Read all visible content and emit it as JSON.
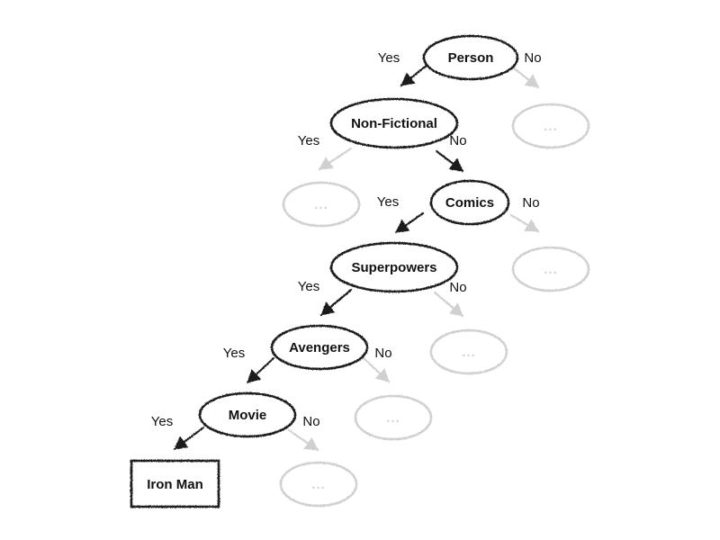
{
  "diagram": {
    "nodes": {
      "person": "Person",
      "non_fictional": "Non-Fictional",
      "comics": "Comics",
      "superpowers": "Superpowers",
      "avengers": "Avengers",
      "movie": "Movie",
      "iron_man": "Iron Man"
    },
    "ghost_node_label": "...",
    "edge_labels": {
      "yes": "Yes",
      "no": "No"
    },
    "colors": {
      "active": "#1a1a1a",
      "inactive": "#d0d0d0"
    }
  }
}
